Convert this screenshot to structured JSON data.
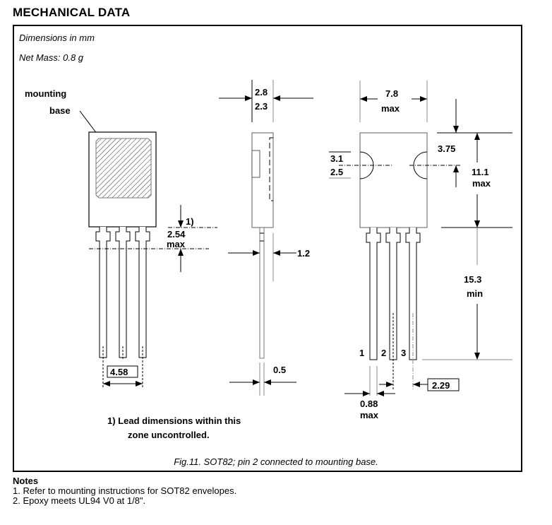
{
  "header": {
    "title": "MECHANICAL DATA"
  },
  "figure": {
    "units_note": "Dimensions in mm",
    "mass_note": "Net Mass: 0.8 g",
    "caption": "Fig.11.  SOT82; pin 2 connected to mounting base.",
    "mounting_label_line1": "mounting",
    "mounting_label_line2": "base",
    "footnote_marker": "1)",
    "footnote_line1": "1) Lead dimensions within this",
    "footnote_line2": "zone uncontrolled.",
    "dimensions": {
      "lead_zone": "2.54",
      "lead_zone_qual": "max",
      "pitch": "4.58",
      "thickness_max": "2.8",
      "thickness_min": "2.3",
      "lead_shoulder": "1.2",
      "lead_thickness": "0.5",
      "width": "7.8",
      "width_qual": "max",
      "hole_max": "3.1",
      "hole_min": "2.5",
      "hole_offset": "3.75",
      "body_height": "11.1",
      "body_height_qual": "max",
      "lead_length": "15.3",
      "lead_length_qual": "min",
      "lead_width": "0.88",
      "lead_width_qual": "max",
      "lead_spacing": "2.29"
    },
    "pins": [
      "1",
      "2",
      "3"
    ]
  },
  "notes": {
    "heading": "Notes",
    "items": [
      "1. Refer to mounting instructions for SOT82 envelopes.",
      "2. Epoxy meets UL94 V0 at 1/8\"."
    ]
  }
}
